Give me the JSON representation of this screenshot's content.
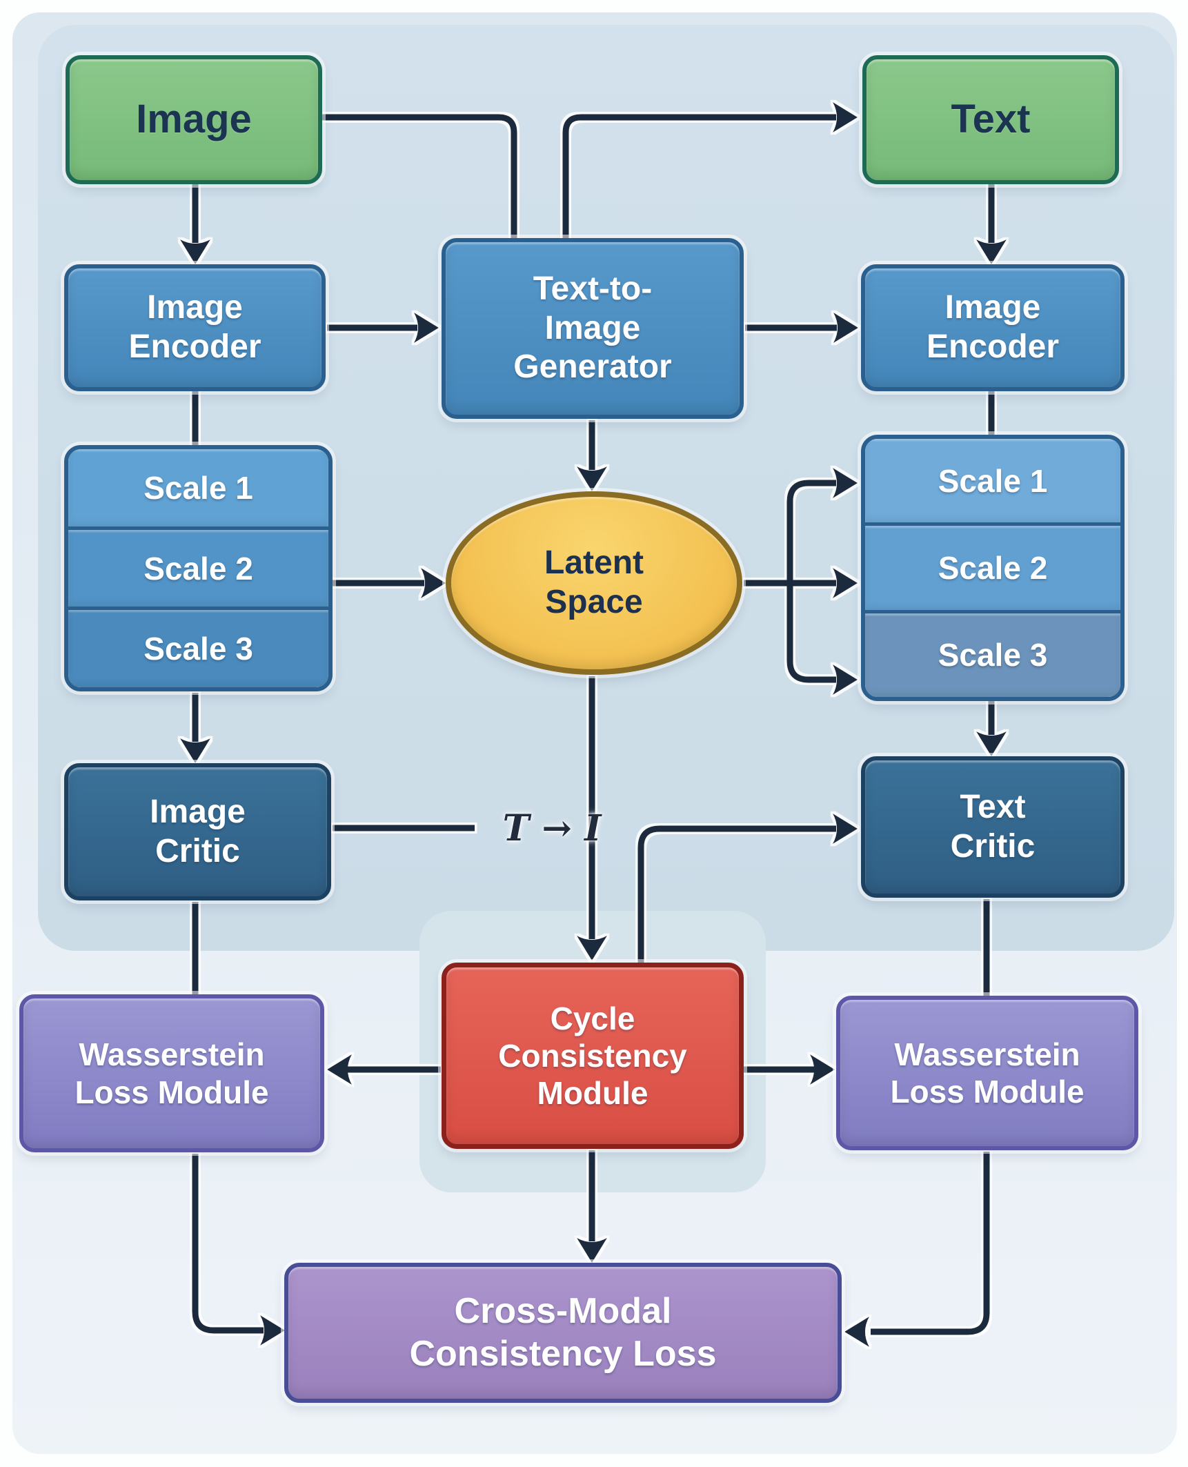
{
  "diagram": {
    "nodes": {
      "image_source": {
        "label": "Image"
      },
      "text_source": {
        "label": "Text"
      },
      "image_encoder_left": {
        "label": "Image\nEncoder"
      },
      "text_to_image_generator": {
        "label": "Text-to-\nImage\nGenerator"
      },
      "image_encoder_right": {
        "label": "Image\nEncoder"
      },
      "left_scale_stack": {
        "rows": [
          "Scale 1",
          "Scale 2",
          "Scale 3"
        ]
      },
      "right_scale_stack": {
        "rows": [
          "Scale 1",
          "Scale 2",
          "Scale 3"
        ]
      },
      "latent_space": {
        "label": "Latent\nSpace"
      },
      "image_critic": {
        "label": "Image\nCritic"
      },
      "text_critic": {
        "label": "Text\nCritic"
      },
      "cycle_consistency_module": {
        "label": "Cycle\nConsistency\nModule"
      },
      "wasserstein_loss_left": {
        "label": "Wasserstein\nLoss Module"
      },
      "wasserstein_loss_right": {
        "label": "Wasserstein\nLoss Module"
      },
      "cross_modal_loss": {
        "label": "Cross-Modal\nConsistency Loss"
      }
    },
    "annotations": {
      "t_to_i": "T → I"
    },
    "colors": {
      "source_green": "#7cbd7d",
      "source_green_border": "#1d6b55",
      "encoder_blue": "#4e92c3",
      "encoder_blue_border": "#2b5f8e",
      "critic_blue": "#35688f",
      "critic_blue_border": "#1d4161",
      "latent_yellow": "#f5c95c",
      "latent_border": "#8a6c23",
      "cycle_red": "#e05a50",
      "cycle_red_border": "#8c201a",
      "wasserstein_purple": "#8b87ca",
      "wasserstein_border": "#5c57a6",
      "cross_modal_purple": "#a58cc6",
      "cross_modal_border": "#474d96",
      "arrow_dark": "#1e2a3c",
      "panel_upper": "#cddee9",
      "panel_lower": "#e8eff5"
    }
  }
}
